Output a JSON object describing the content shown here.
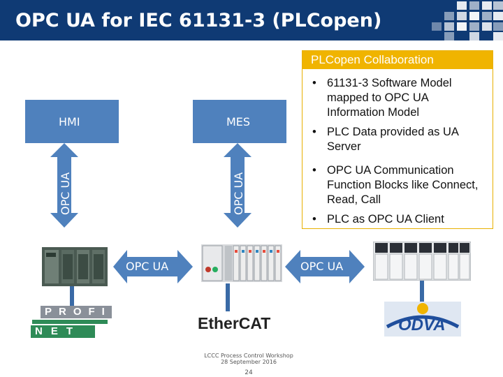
{
  "slide": {
    "title": "OPC UA for IEC 61131-3 (PLCopen)"
  },
  "collaboration": {
    "heading": "PLCopen Collaboration",
    "bullets": [
      "61131-3 Software Model mapped to OPC UA Information Model",
      "PLC Data provided as UA Server",
      "OPC UA Communication Function Blocks like Connect, Read, Call",
      "PLC as OPC UA Client"
    ]
  },
  "diagram": {
    "hmi_label": "HMI",
    "mes_label": "MES",
    "hmi_link_label": "OPC UA",
    "mes_link_label": "OPC UA",
    "left_link_label": "OPC UA",
    "right_link_label": "OPC UA"
  },
  "logos": {
    "profinet_top": "PROFI",
    "profinet_bottom": "NET",
    "ethercat": "EtherCAT",
    "odva": "ODVA"
  },
  "footer": {
    "line1": "LCCC Process Control Workshop",
    "line2": "28 September 2016",
    "page_number": "24"
  },
  "colors": {
    "title_bar": "#0f3a74",
    "accent_blue": "#4f81bd",
    "collab_header": "#f0b400",
    "connector": "#3a6aa6"
  }
}
